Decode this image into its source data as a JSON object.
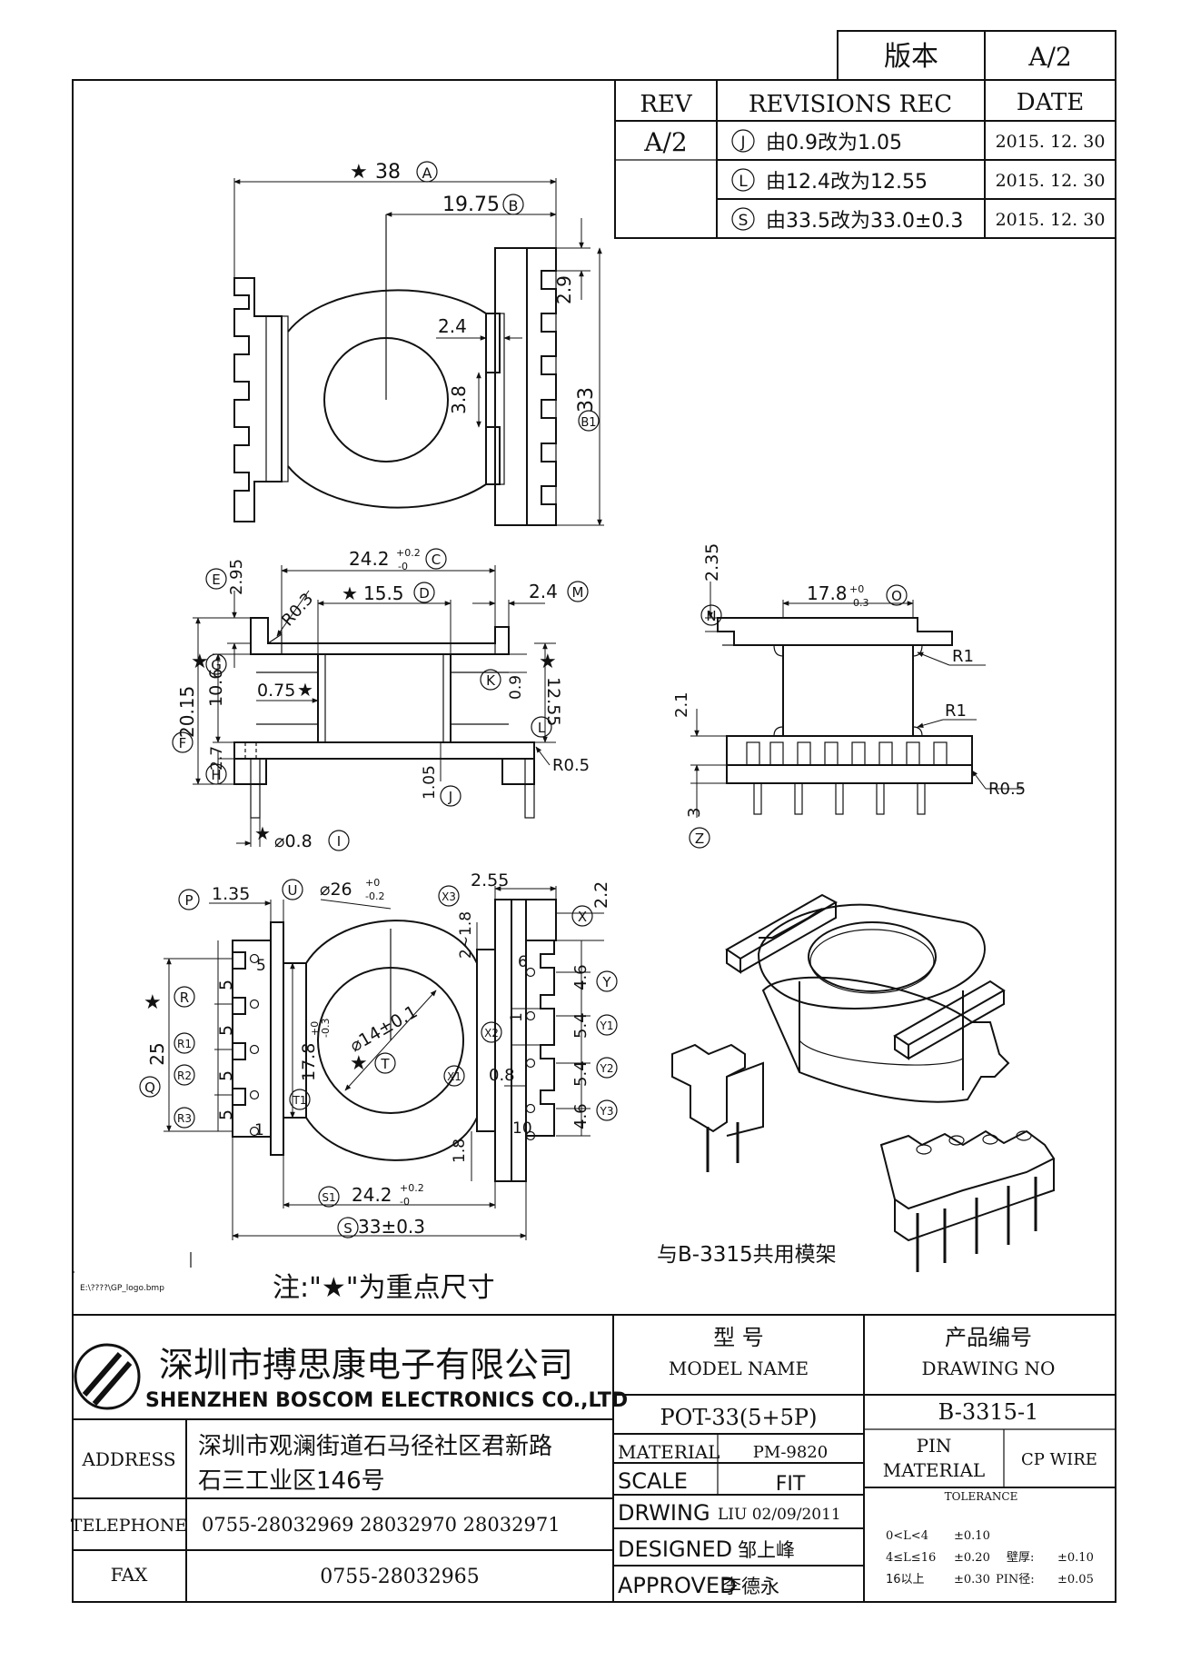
{
  "version_box": {
    "label": "版本",
    "value": "A/2"
  },
  "revisions": {
    "headers": {
      "rev": "REV",
      "rec": "REVISIONS REC",
      "date": "DATE"
    },
    "rev": "A/2",
    "rows": [
      {
        "mark": "J",
        "text": "由0.9改为1.05",
        "date": "2015. 12. 30"
      },
      {
        "mark": "L",
        "text": "由12.4改为12.55",
        "date": "2015. 12. 30"
      },
      {
        "mark": "S",
        "text": "由33.5改为33.0±0.3",
        "date": "2015. 12. 30"
      }
    ]
  },
  "top_view": {
    "d_38": "38",
    "mark_A": "A",
    "d_1975": "19.75",
    "mark_B": "B",
    "d_24": "2.4",
    "d_38b": "3.8",
    "d_29": "2.9",
    "d_33": "33",
    "mark_B1": "B1"
  },
  "front_view": {
    "d_295": "2.95",
    "mark_E": "E",
    "d_242": "24.2",
    "tol_242_up": "+0.2",
    "tol_242_dn": "-0",
    "mark_C": "C",
    "d_r03": "R0.3",
    "d_155": "15.5",
    "mark_D": "D",
    "d_24": "2.4",
    "mark_M": "M",
    "d_2015": "20.15",
    "mark_F": "F",
    "d_106": "10.6",
    "mark_G": "G",
    "d_075": "0.75",
    "d_27": "2.7",
    "mark_H": "H",
    "d_09": "0.9",
    "mark_K": "K",
    "d_1255": "12.55",
    "mark_L": "L",
    "d_r05": "R0.5",
    "d_105": "1.05",
    "mark_J": "J",
    "d_phi08": "⌀0.8",
    "mark_I": "I"
  },
  "side_view": {
    "d_235": "2.35",
    "mark_N": "N",
    "d_178": "17.8",
    "tol_178_up": "+0",
    "tol_178_dn": "-0.3",
    "mark_O": "O",
    "d_r1a": "R1",
    "d_r1b": "R1",
    "d_21": "2.1",
    "d_r05": "R0.5",
    "d_3": "3",
    "mark_Z": "Z"
  },
  "bottom_view": {
    "mark_P": "P",
    "d_135": "1.35",
    "mark_U": "U",
    "d_phi26": "⌀26",
    "tol_26_up": "+0",
    "tol_26_dn": "-0.2",
    "mark_X3": "X3",
    "d_255": "2.55",
    "d_22": "2.2",
    "mark_X": "X",
    "d_218": "2~1.8",
    "pin_6": "6",
    "pin_5": "5",
    "pin_1": "1",
    "pin_10": "10",
    "d_5a": "5",
    "d_5b": "5",
    "d_5c": "5",
    "d_5d": "5",
    "mark_R": "R",
    "mark_R1": "R1",
    "mark_R2": "R2",
    "mark_R3": "R3",
    "d_25": "25",
    "mark_Q": "Q",
    "d_178": "17.8",
    "tol_178_up": "+0",
    "tol_178_dn": "-0.3",
    "mark_T1": "T1",
    "d_phi14": "⌀14±0.1",
    "mark_T": "T",
    "mark_X2": "X2",
    "mark_X1": "X1",
    "d_1": "1",
    "d_08": "0.8",
    "d_46a": "4.6",
    "mark_Y": "Y",
    "d_54a": "5.4",
    "mark_Y1": "Y1",
    "d_54b": "5.4",
    "mark_Y2": "Y2",
    "d_46b": "4.6",
    "mark_Y3": "Y3",
    "d_18": "1.8",
    "mark_S1": "S1",
    "d_242": "24.2",
    "tol_242_up": "+0.2",
    "tol_242_dn": "-0",
    "mark_S": "S",
    "d_33": "33±0.3"
  },
  "iso_caption": "与B-3315共用模架",
  "logo_path": "E:\\????\\GP_logo.bmp",
  "note": "注:\"★\"为重点尺寸",
  "title_block": {
    "company_cn": "深圳市搏思康电子有限公司",
    "company_en": "SHENZHEN BOSCOM ELECTRONICS CO.,LTD",
    "model_label_cn": "型  号",
    "model_label_en": "MODEL NAME",
    "model_value": "POT-33(5+5P)",
    "drawing_label_cn": "产品编号",
    "drawing_label_en": "DRAWING NO",
    "drawing_value": "B-3315-1",
    "address_label": "ADDRESS",
    "address_line1": "深圳市观澜街道石马径社区君新路",
    "address_line2": "石三工业区146号",
    "telephone_label": "TELEPHONE",
    "telephone_value": "0755-28032969 28032970 28032971",
    "fax_label": "FAX",
    "fax_value": "0755-28032965",
    "material_label": "MATERIAL",
    "material_value": "PM-9820",
    "scale_label": "SCALE",
    "scale_value": "FIT",
    "drwing_label": "DRWING",
    "drwing_value": "LIU 02/09/2011",
    "designed_label": "DESIGNED",
    "designed_value": "邹上峰",
    "approved_label": "APPROVED",
    "approved_value": "李德永",
    "pin_material_label1": "PIN",
    "pin_material_label2": "MATERIAL",
    "pin_material_value": "CP WIRE",
    "tolerance_label": "TOLERANCE",
    "tol_rows": [
      {
        "range": "0<L<4",
        "value": "±0.10",
        "extra_label": "",
        "extra_value": ""
      },
      {
        "range": "4≤L≤16",
        "value": "±0.20",
        "extra_label": "壁厚:",
        "extra_value": "±0.10"
      },
      {
        "range": "16以上",
        "value": "±0.30",
        "extra_label": "PIN径:",
        "extra_value": "±0.05"
      }
    ]
  }
}
